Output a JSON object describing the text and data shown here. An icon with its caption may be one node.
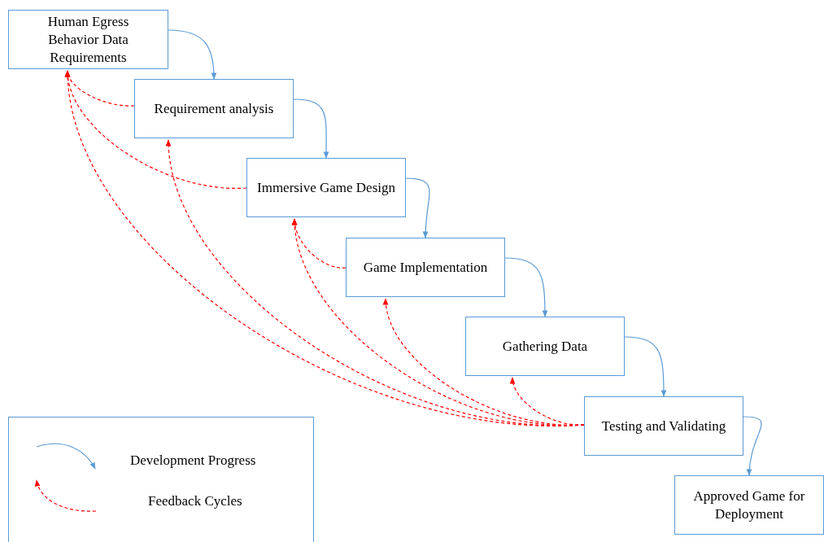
{
  "diagram": {
    "nodes": [
      {
        "text": [
          "Human Egress Behavior Data Requirements"
        ]
      },
      {
        "text": [
          "Requirement analysis"
        ]
      },
      {
        "text": [
          "Immersive Game Design"
        ]
      },
      {
        "text": [
          "Game Implementation"
        ]
      },
      {
        "text": [
          "Gathering Data"
        ]
      },
      {
        "text": [
          "Testing and Validating"
        ]
      },
      {
        "text": [
          "Approved Game for Deployment"
        ]
      }
    ],
    "edges": [
      {
        "from": 0,
        "to": 1,
        "arrow": "to",
        "color": "#5b9bd5"
      },
      {
        "from": 1,
        "to": 2,
        "arrow": "to",
        "color": "#5b9bd5"
      },
      {
        "from": 2,
        "to": 3,
        "arrow": "to",
        "color": "#5b9bd5"
      },
      {
        "from": 3,
        "to": 4,
        "arrow": "to",
        "color": "#5b9bd5"
      },
      {
        "from": 4,
        "to": 5,
        "arrow": "to",
        "color": "#5b9bd5"
      },
      {
        "from": 5,
        "to": 6,
        "arrow": "to",
        "color": "#5b9bd5"
      },
      {
        "from": 1,
        "to": 0,
        "arrow": "to",
        "style": "dashed",
        "color": "#ff0000"
      },
      {
        "from": 2,
        "to": 0,
        "arrow": "to",
        "style": "dashed",
        "color": "#ff0000"
      },
      {
        "from": 5,
        "to": 0,
        "arrow": "to",
        "style": "dashed",
        "color": "#ff0000"
      },
      {
        "from": 5,
        "to": 1,
        "arrow": "to",
        "style": "dashed",
        "color": "#ff0000"
      },
      {
        "from": 3,
        "to": 2,
        "arrow": "to",
        "style": "dashed",
        "color": "#ff0000"
      },
      {
        "from": 5,
        "to": 2,
        "arrow": "to",
        "style": "dashed",
        "color": "#ff0000"
      },
      {
        "from": 5,
        "to": 3,
        "arrow": "to",
        "style": "dashed",
        "color": "#ff0000"
      },
      {
        "from": 5,
        "to": 4,
        "arrow": "to",
        "style": "dashed",
        "color": "#ff0000"
      }
    ],
    "legend": [
      {
        "text": "Development Progress"
      },
      {
        "text": "Feedback Cycles"
      }
    ]
  }
}
